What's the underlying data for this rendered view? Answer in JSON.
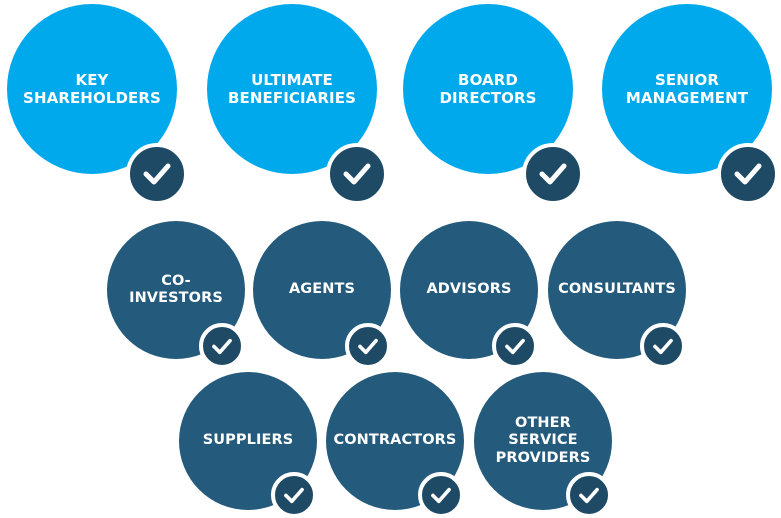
{
  "diagram": {
    "top_row": [
      {
        "label": "KEY\nSHAREHOLDERS"
      },
      {
        "label": "ULTIMATE\nBENEFICIARIES"
      },
      {
        "label": "BOARD\nDIRECTORS"
      },
      {
        "label": "SENIOR\nMANAGEMENT"
      }
    ],
    "middle_row": [
      {
        "label": "CO-\nINVESTORS"
      },
      {
        "label": "AGENTS"
      },
      {
        "label": "ADVISORS"
      },
      {
        "label": "CONSULTANTS"
      }
    ],
    "bottom_row": [
      {
        "label": "SUPPLIERS"
      },
      {
        "label": "CONTRACTORS"
      },
      {
        "label": "OTHER\nSERVICE\nPROVIDERS"
      }
    ],
    "colors": {
      "primary_circle": "#00a9ec",
      "secondary_circle": "#245a7c",
      "check_badge": "#1f4a66",
      "text": "#ffffff"
    },
    "badge_icon": "checkmark-icon"
  }
}
